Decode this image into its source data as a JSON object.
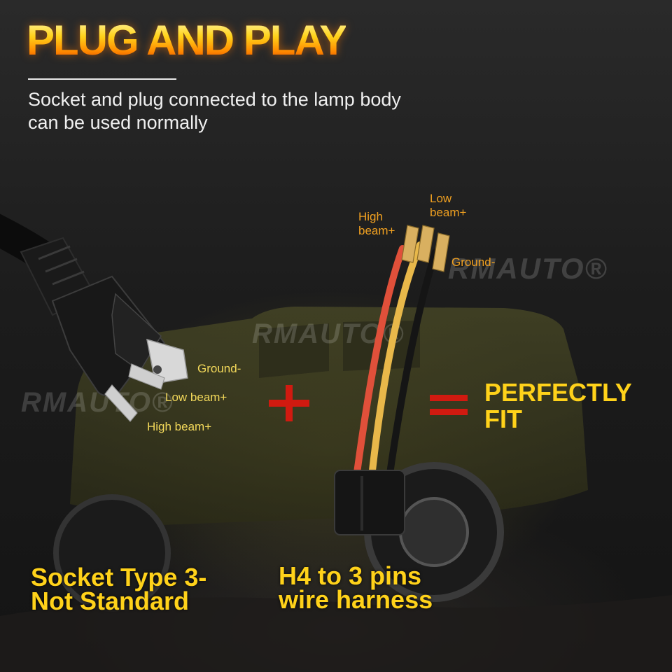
{
  "header": {
    "title": "PLUG AND PLAY",
    "subtitle": "Socket and plug connected to the lamp body can be used normally"
  },
  "watermarks": [
    "RMAUTO®",
    "RMAUTO®",
    "RMAUTO®"
  ],
  "plug_labels": {
    "ground": "Ground-",
    "low_beam": "Low beam+",
    "high_beam": "High beam+"
  },
  "harness_labels": {
    "high_beam_line1": "High",
    "high_beam_line2": "beam+",
    "low_beam_line1": "Low",
    "low_beam_line2": "beam+",
    "ground": "Ground-"
  },
  "fit": {
    "line1": "PERFECTLY",
    "line2": "FIT"
  },
  "captions": {
    "left_line1": "Socket Type 3-",
    "left_line2": "Not Standard",
    "right_line1": "H4 to 3 pins",
    "right_line2": "wire harness"
  },
  "colors": {
    "accent_yellow": "#ffd21a",
    "accent_orange": "#f0a020",
    "symbol_red": "#d11a10",
    "wire_red": "#e0503a",
    "wire_yellow": "#e8b84a",
    "wire_black": "#151515"
  }
}
